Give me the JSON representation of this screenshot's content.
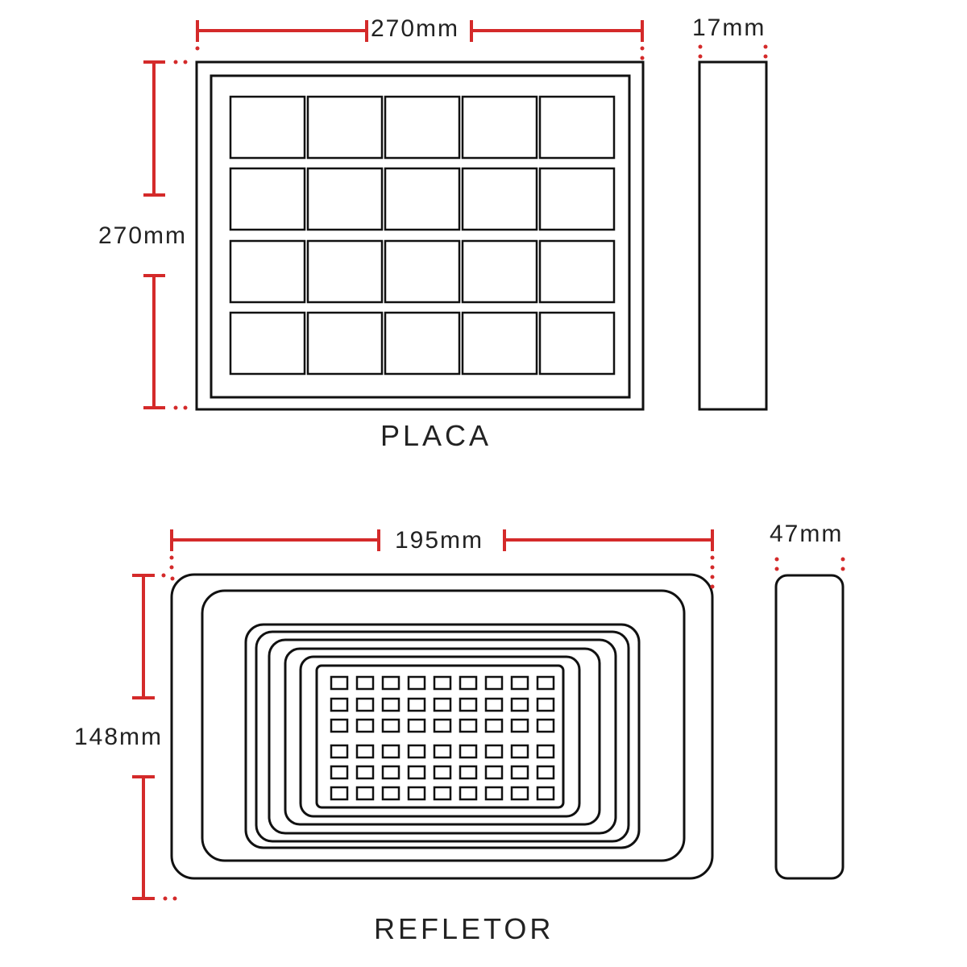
{
  "placa": {
    "title": "PLACA",
    "width_label": "270mm",
    "height_label": "270mm",
    "depth_label": "17mm",
    "cells_grid": {
      "rows": 4,
      "cols": 5
    }
  },
  "refletor": {
    "title": "REFLETOR",
    "width_label": "195mm",
    "height_label": "148mm",
    "depth_label": "47mm",
    "led_grid": {
      "rows": 6,
      "cols": 9
    }
  },
  "colors": {
    "dimension_line": "#d42a2a",
    "outline": "#111111",
    "text": "#222222"
  }
}
